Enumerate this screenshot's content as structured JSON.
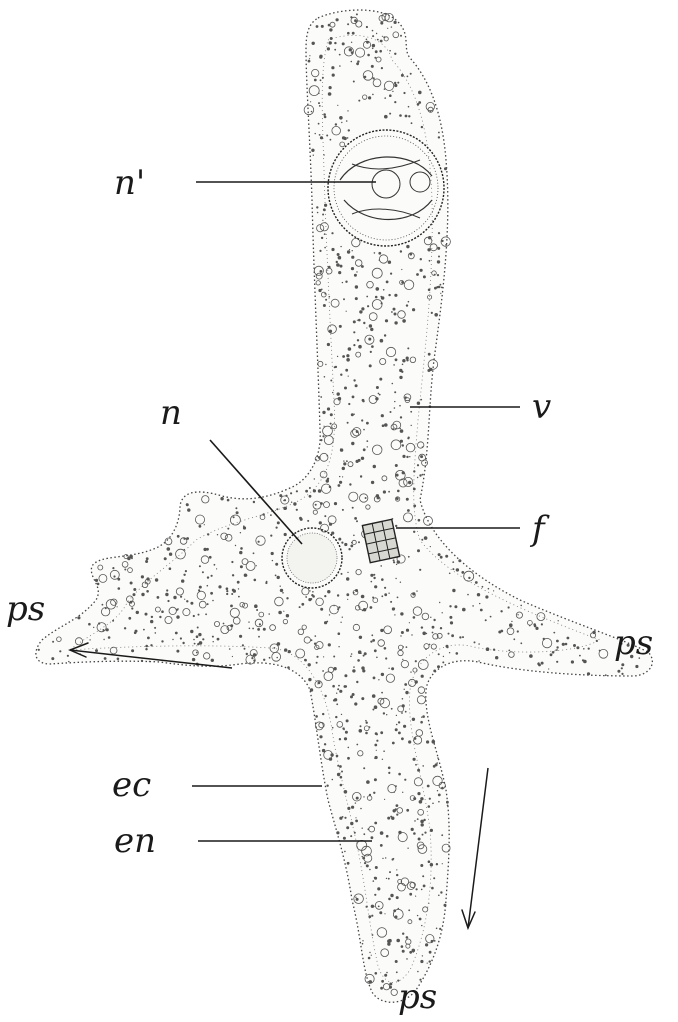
{
  "figure": {
    "labels": {
      "nucleus_prime": "n'",
      "nucleus": "n",
      "vacuole": "v",
      "food_particle": "f",
      "pseudopod_left": "ps",
      "pseudopod_right": "ps",
      "pseudopod_bottom": "ps",
      "ectoplasm": "ec",
      "endoplasm": "en"
    },
    "colors": {
      "ink": "#1a1a1a",
      "background": "#ffffff"
    }
  }
}
